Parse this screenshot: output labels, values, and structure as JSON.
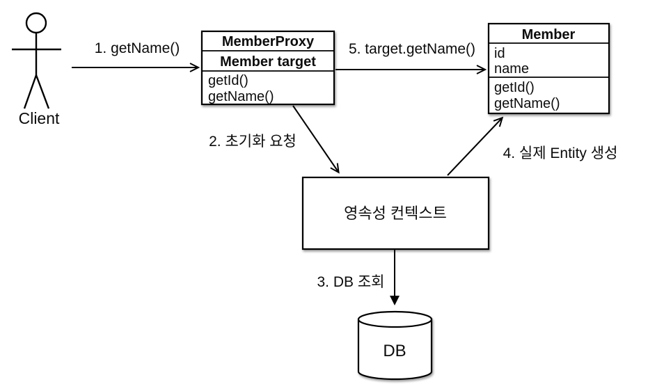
{
  "diagram": {
    "actor": {
      "label": "Client"
    },
    "proxy_class": {
      "title": "MemberProxy",
      "field": "Member target",
      "methods": [
        "getId()",
        "getName()"
      ]
    },
    "member_class": {
      "title": "Member",
      "fields": [
        "id",
        "name"
      ],
      "methods": [
        "getId()",
        "getName()"
      ]
    },
    "persistence_context": {
      "label": "영속성 컨텍스트"
    },
    "database": {
      "label": "DB"
    },
    "steps": {
      "step1": "1. getName()",
      "step2": "2. 초기화 요청",
      "step3": "3. DB 조회",
      "step4": "4. 실제 Entity 생성",
      "step5": "5. target.getName()"
    },
    "colors": {
      "stroke": "#000000",
      "fill": "#ffffff",
      "background": "#ffffff"
    }
  }
}
